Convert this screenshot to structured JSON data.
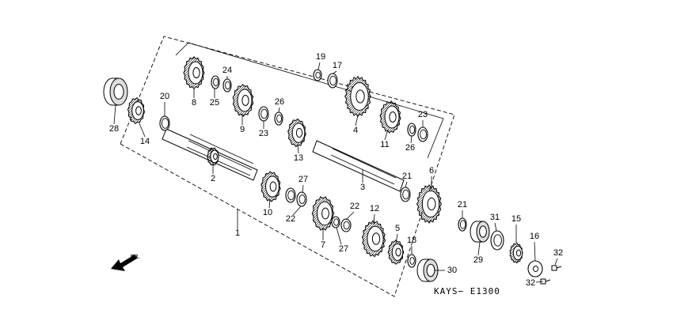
{
  "diagram": {
    "code": "KAYS− E1300",
    "direction_label": "FR.",
    "callouts": [
      {
        "id": "c1",
        "text": "1"
      },
      {
        "id": "c2",
        "text": "2"
      },
      {
        "id": "c3",
        "text": "3"
      },
      {
        "id": "c4",
        "text": "4"
      },
      {
        "id": "c5",
        "text": "5"
      },
      {
        "id": "c6",
        "text": "6"
      },
      {
        "id": "c7",
        "text": "7"
      },
      {
        "id": "c8",
        "text": "8"
      },
      {
        "id": "c9",
        "text": "9"
      },
      {
        "id": "c10",
        "text": "10"
      },
      {
        "id": "c11",
        "text": "11"
      },
      {
        "id": "c12",
        "text": "12"
      },
      {
        "id": "c13",
        "text": "13"
      },
      {
        "id": "c14",
        "text": "14"
      },
      {
        "id": "c15",
        "text": "15"
      },
      {
        "id": "c16",
        "text": "16"
      },
      {
        "id": "c17",
        "text": "17"
      },
      {
        "id": "c18",
        "text": "18"
      },
      {
        "id": "c19",
        "text": "19"
      },
      {
        "id": "c20",
        "text": "20"
      },
      {
        "id": "c21a",
        "text": "21"
      },
      {
        "id": "c21b",
        "text": "21"
      },
      {
        "id": "c22a",
        "text": "22"
      },
      {
        "id": "c22b",
        "text": "22"
      },
      {
        "id": "c23a",
        "text": "23"
      },
      {
        "id": "c23b",
        "text": "23"
      },
      {
        "id": "c24",
        "text": "24"
      },
      {
        "id": "c25",
        "text": "25"
      },
      {
        "id": "c26a",
        "text": "26"
      },
      {
        "id": "c26b",
        "text": "26"
      },
      {
        "id": "c27a",
        "text": "27"
      },
      {
        "id": "c27b",
        "text": "27"
      },
      {
        "id": "c28",
        "text": "28"
      },
      {
        "id": "c29",
        "text": "29"
      },
      {
        "id": "c30",
        "text": "30"
      },
      {
        "id": "c31",
        "text": "31"
      },
      {
        "id": "c32a",
        "text": "32"
      },
      {
        "id": "c32b",
        "text": "32"
      }
    ]
  }
}
